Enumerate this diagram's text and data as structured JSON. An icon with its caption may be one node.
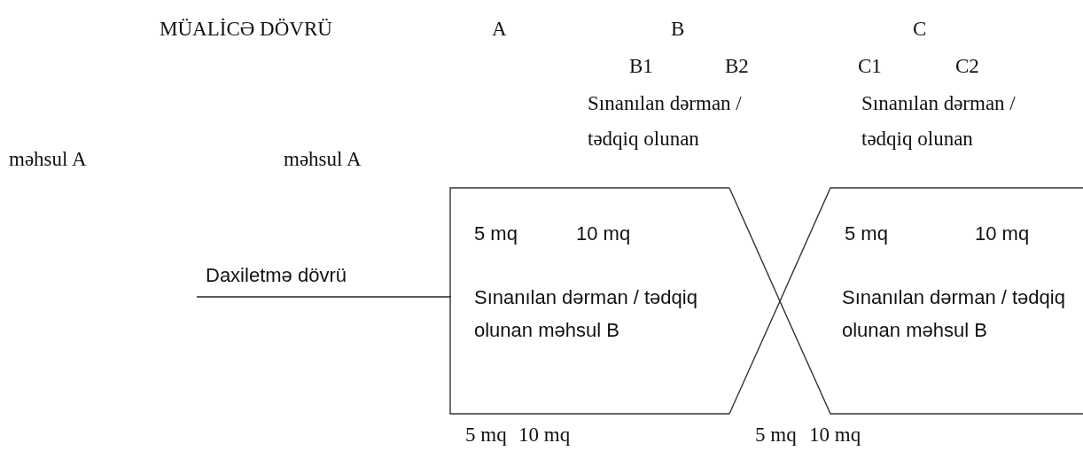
{
  "diagram": {
    "nodes": [
      {
        "text": [
          "5 mq",
          "10 mq",
          "Sınanılan dərman / tədqiq olunan məhsul B"
        ]
      },
      {
        "text": [
          "5 mq",
          "10 mq",
          "Sınanılan dərman / tədqiq olunan məhsul B"
        ]
      }
    ],
    "labels": [
      "MÜALİCƏ DÖVRÜ",
      "A",
      "B",
      "C",
      "B1",
      "B2",
      "C1",
      "C2",
      "Sınanılan dərman / tədqiq olunan",
      "Sınanılan dərman / tədqiq olunan",
      "məhsul A",
      "məhsul A",
      "Daxiletmə dövrü",
      "5 mq",
      "10 mq",
      "5 mq",
      "10 mq"
    ]
  }
}
